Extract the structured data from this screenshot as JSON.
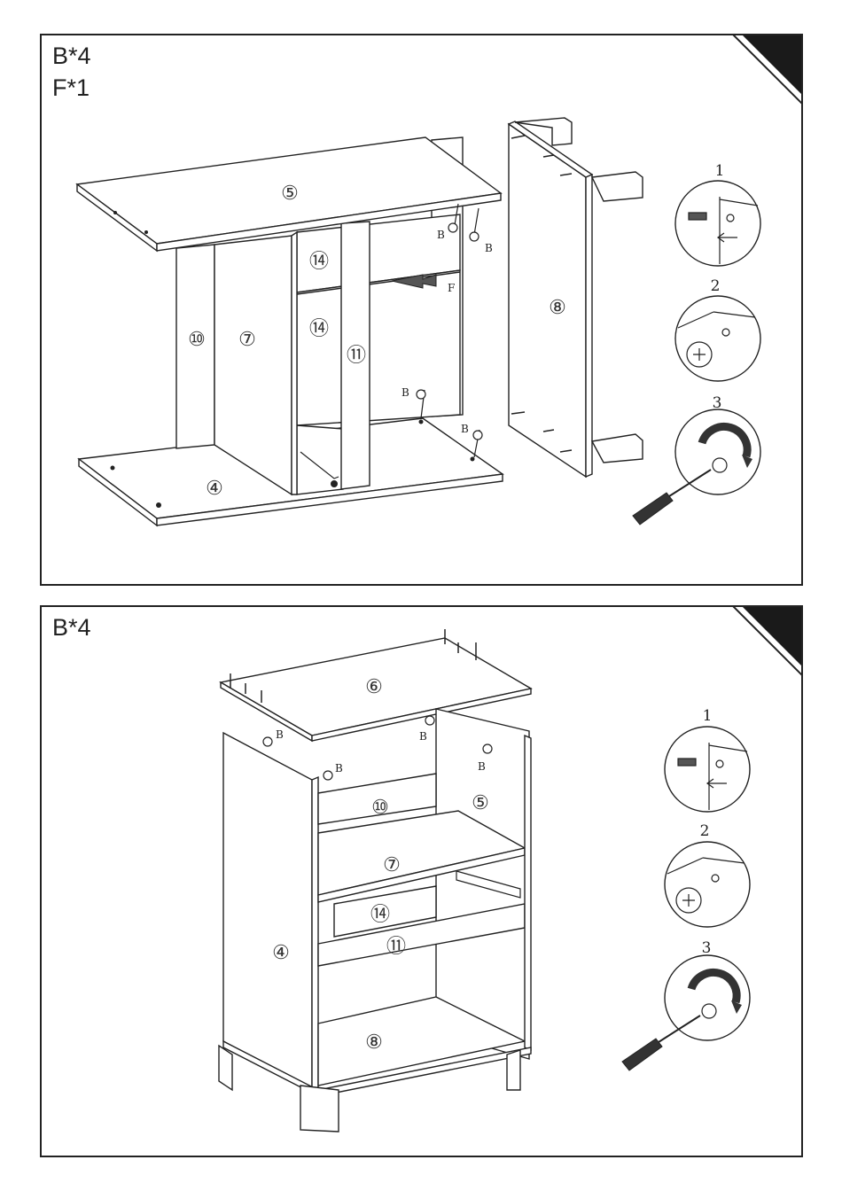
{
  "step1": {
    "hardware": [
      "B*4",
      "F*1"
    ],
    "parts": {
      "top": "⑤",
      "side_left": "⑩",
      "back": "⑦",
      "shelf_upper": "⑭",
      "shelf_lower": "⑭",
      "divider": "⑪",
      "bottom": "④",
      "side_right": "⑧"
    },
    "callouts": {
      "b": "B",
      "f": "F"
    },
    "detail_steps": [
      "1",
      "2",
      "3"
    ]
  },
  "step2": {
    "hardware": [
      "B*4"
    ],
    "parts": {
      "top": "⑥",
      "side_left": "④",
      "side_right": "⑤",
      "back_upper": "⑩",
      "shelf": "⑦",
      "drawer_front": "⑭",
      "rail": "⑪",
      "bottom": "⑧"
    },
    "callouts": {
      "b": "B"
    },
    "detail_steps": [
      "1",
      "2",
      "3"
    ]
  },
  "colors": {
    "line": "#222222",
    "corner": "#1a1a1a",
    "arrow": "#555555"
  }
}
